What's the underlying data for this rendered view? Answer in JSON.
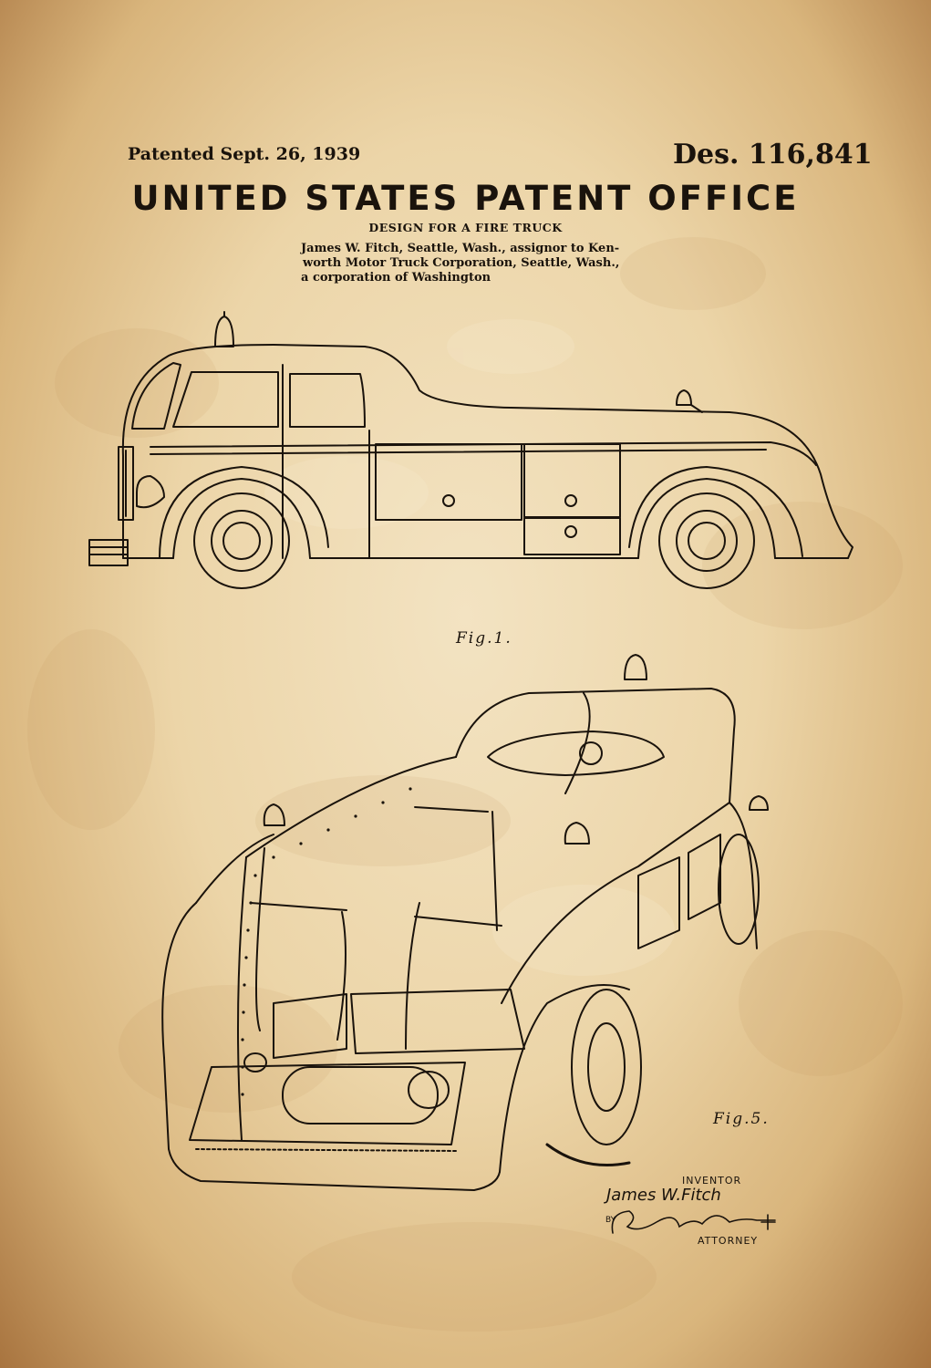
{
  "header": {
    "patented": "Patented Sept. 26, 1939",
    "design_number": "Des. 116,841",
    "office": "UNITED STATES PATENT OFFICE",
    "design_title": "DESIGN FOR A FIRE TRUCK"
  },
  "inventor_text": [
    "James W. Fitch, Seattle, Wash., assignor to Ken-",
    "worth Motor Truck Corporation, Seattle, Wash.,",
    "a corporation of Washington"
  ],
  "figures": {
    "fig1_label": "Fig.1.",
    "fig5_label": "Fig.5."
  },
  "signature_block": {
    "inventor_label": "INVENTOR",
    "inventor_name": "James W.Fitch",
    "by_label": "BY",
    "attorney_label": "ATTORNEY"
  },
  "colors": {
    "paper": "#ecd5a8",
    "ink": "#1a130c",
    "vignette": "#a8743f"
  }
}
